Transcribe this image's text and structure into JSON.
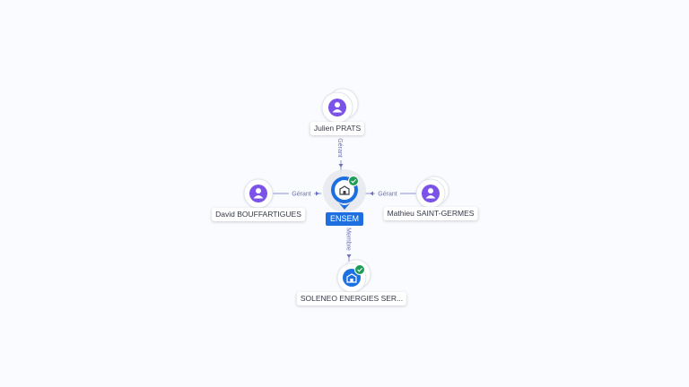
{
  "graph": {
    "center": {
      "label": "ENSEM",
      "icon": "company-building-icon",
      "status_icon": "verified-check-icon",
      "accent_color": "#1d6fe0",
      "status_color": "#1f9d55"
    },
    "people": [
      {
        "name": "Julien PRATS",
        "icon": "person-icon",
        "relation": "Gérant"
      },
      {
        "name": "David BOUFFARTIGUES",
        "icon": "person-icon",
        "relation": "Gérant"
      },
      {
        "name": "Mathieu SAINT-GERMES",
        "icon": "person-icon",
        "relation": "Gérant"
      }
    ],
    "companies": [
      {
        "name": "SOLENEO ENERGIES SER...",
        "icon": "company-building-icon",
        "status_icon": "verified-check-icon",
        "relation": "Membre"
      }
    ],
    "colors": {
      "person": "#7b52e8",
      "edge": "#8a8fd0",
      "edge_label": "#6b70b8",
      "background": "#f9fbfe"
    }
  }
}
